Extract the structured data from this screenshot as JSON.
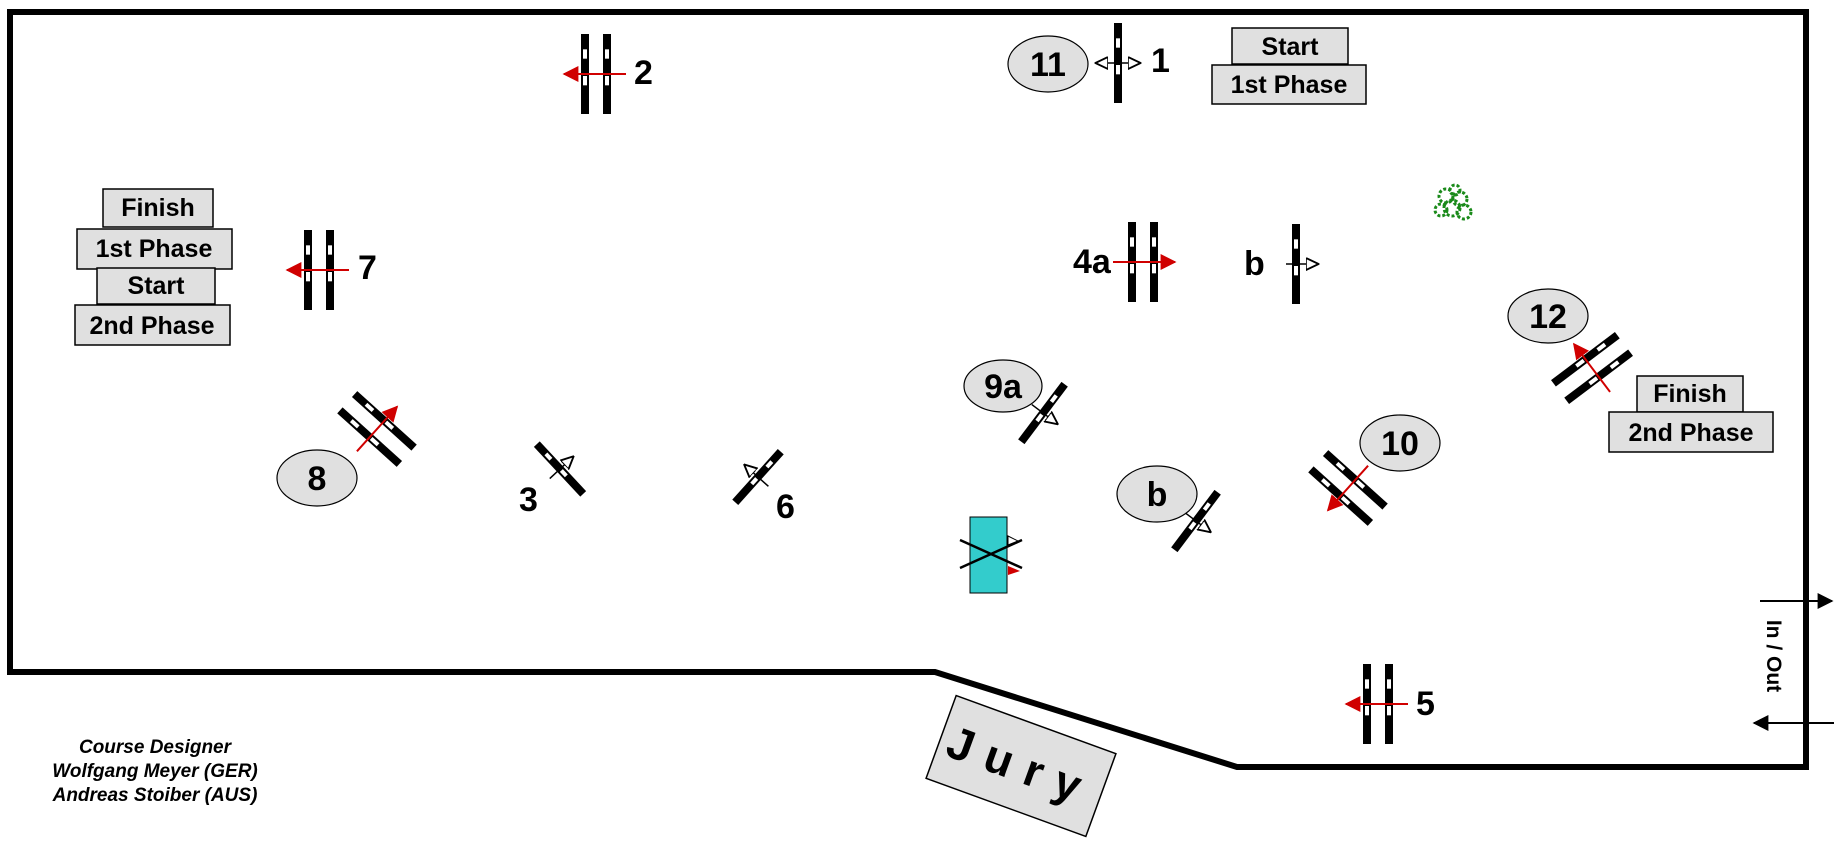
{
  "colors": {
    "arena_line": "#000000",
    "pole_black": "#000000",
    "pole_white": "#ffffff",
    "arrow_red": "#d00000",
    "oval_fill": "#e0e0e0",
    "box_fill": "#e0e0e0",
    "water_box": "#33cccc",
    "shrub_green": "#1a8a1a"
  },
  "signs": {
    "start_phase1": [
      "Start",
      "1st Phase"
    ],
    "finish_start_left": [
      "Finish",
      "1st Phase",
      "Start",
      "2nd Phase"
    ],
    "finish_phase2": [
      "Finish",
      "2nd Phase"
    ]
  },
  "obstacles": {
    "n1": "1",
    "n2": "2",
    "n3": "3",
    "n4a": "4a",
    "n4b": "b",
    "n5": "5",
    "n6": "6",
    "n7": "7"
  },
  "ovals": {
    "n8": "8",
    "n9a": "9a",
    "n9b": "b",
    "n10": "10",
    "n11": "11",
    "n12": "12"
  },
  "jury_label": "Jury",
  "gate_label": "In / Out",
  "credits": {
    "title": "Course Designer",
    "designers": [
      "Wolfgang Meyer (GER)",
      "Andreas Stoiber (AUS)"
    ]
  }
}
